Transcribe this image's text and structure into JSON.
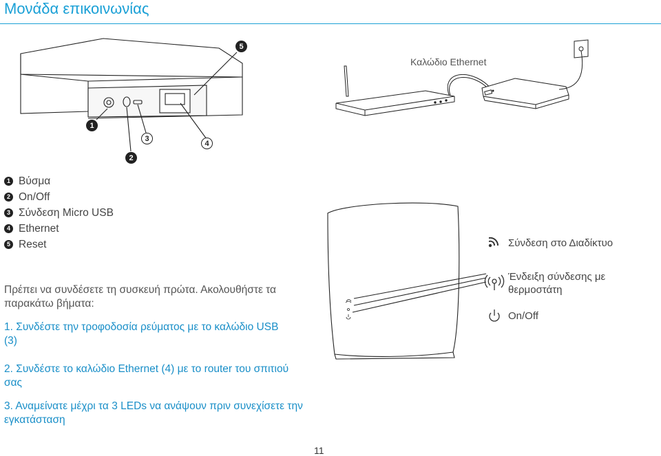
{
  "page": {
    "title": "Μονάδα επικοινωνίας",
    "page_number": "11"
  },
  "callouts": [
    "1",
    "2",
    "3",
    "4",
    "5"
  ],
  "legend": [
    {
      "num": "1",
      "label": "Βύσμα"
    },
    {
      "num": "2",
      "label": "On/Off"
    },
    {
      "num": "3",
      "label": "Σύνδεση Micro USB"
    },
    {
      "num": "4",
      "label": "Ethernet"
    },
    {
      "num": "5",
      "label": "Reset"
    }
  ],
  "diagram": {
    "ethernet_cable_label": "Καλώδιο Ethernet"
  },
  "indicators": {
    "internet": "Σύνδεση στο Διαδίκτυο",
    "thermostat": "Ένδειξη σύνδεσης με θερμοστάτη",
    "onoff": "On/Off"
  },
  "instructions": {
    "intro": "Πρέπει να συνδέσετε τη συσκευή πρώτα. Ακολουθήστε τα παρακάτω βήματα:",
    "step1": "1. Συνδέστε την τροφοδοσία ρεύματος με το καλώδιο USB (3)",
    "step2": "2. Συνδέστε το καλώδιο Ethernet (4) με το router του σπιτιού σας",
    "step3": "3. Αναμείνατε μέχρι τα 3 LEDs να ανάψουν πριν συνεχίσετε την εγκατάσταση"
  }
}
